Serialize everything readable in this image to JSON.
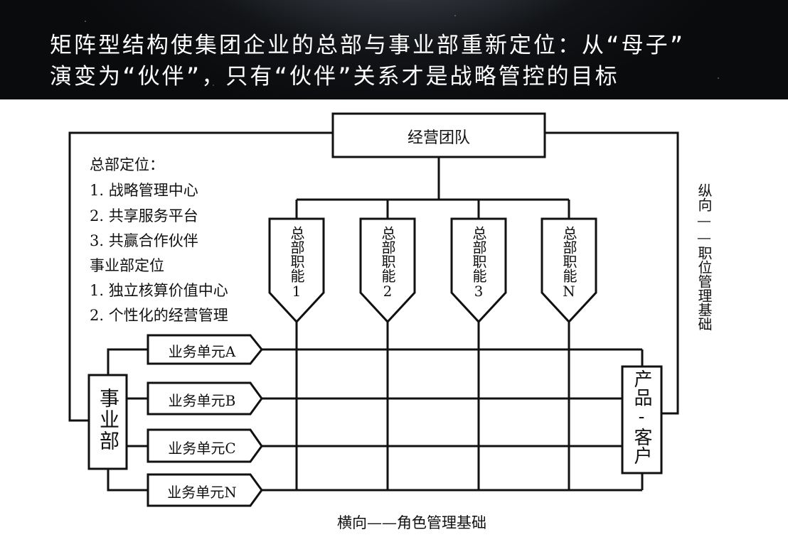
{
  "title": {
    "line1": "矩阵型结构使集团企业的总部与事业部重新定位：从“母子”",
    "line2": "演变为“伙伴”，只有“伙伴”关系才是战略管控的目标"
  },
  "team_box": "经营团队",
  "hq_section": {
    "heading": "总部定位：",
    "items": [
      "1.  战略管理中心",
      "2.  共享服务平台",
      "3.  共赢合作伙伴"
    ]
  },
  "bu_section": {
    "heading": "事业部定位",
    "items": [
      "1.  独立核算价值中心",
      "2.  个性化的经营管理"
    ]
  },
  "functions": [
    "总部职能1",
    "总部职能2",
    "总部职能3",
    "总部职能N"
  ],
  "units": [
    "业务单元A",
    "业务单元B",
    "业务单元C",
    "业务单元N"
  ],
  "division_box": "事业部",
  "product_box": "产品-客户",
  "vertical_label": "纵向——职位管理基础",
  "horizontal_label": "横向——角色管理基础"
}
